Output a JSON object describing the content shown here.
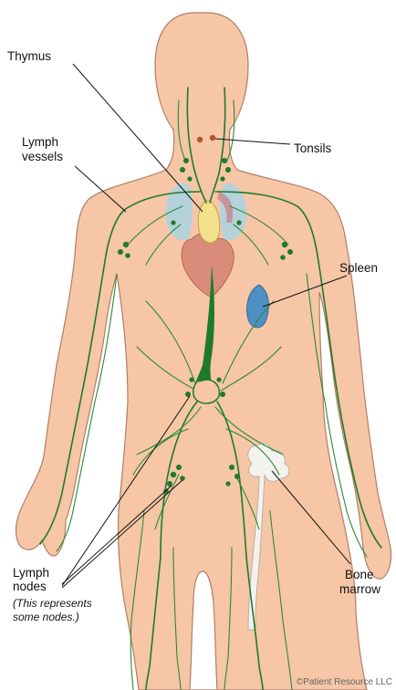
{
  "labels": {
    "thymus": "Thymus",
    "lymph_vessels_line1": "Lymph",
    "lymph_vessels_line2": "vessels",
    "tonsils": "Tonsils",
    "spleen": "Spleen",
    "lymph_nodes_line1": "Lymph",
    "lymph_nodes_line2": "nodes",
    "lymph_nodes_note1": "(This represents",
    "lymph_nodes_note2": "some nodes.)",
    "bone_marrow_line1": "Bone",
    "bone_marrow_line2": "marrow"
  },
  "copyright": "©Patient Resource LLC",
  "colors": {
    "skin": "#f6c6a6",
    "skin_outline": "#b07e66",
    "vessel": "#1f7a2e",
    "spleen": "#4e8fc4",
    "heart": "#d98c7a",
    "lungs": "#a9d3e3",
    "thymus": "#f2e08a",
    "tonsils": "#b5552a",
    "bone": "#f4f2ee"
  }
}
